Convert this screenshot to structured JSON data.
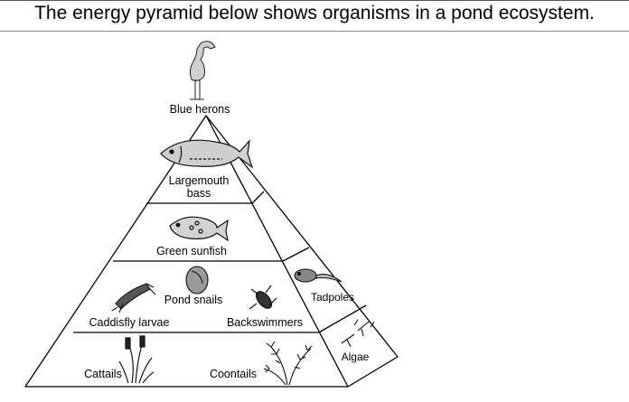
{
  "heading": "The energy pyramid below shows organisms in a pond ecosystem.",
  "pyramid": {
    "apex_label": "Blue herons",
    "levels": [
      {
        "labels": [
          "Largemouth",
          "bass"
        ]
      },
      {
        "labels": [
          "Green sunfish"
        ]
      },
      {
        "labels": [
          "Pond snails",
          "Caddisfly larvae",
          "Backswimmers"
        ],
        "side_label": "Tadpoles"
      },
      {
        "labels": [
          "Cattails",
          "Coontails"
        ],
        "side_label": "Algae"
      }
    ]
  },
  "icons": [
    "heron-icon",
    "bass-fish-icon",
    "sunfish-icon",
    "snail-icon",
    "caddisfly-icon",
    "backswimmer-icon",
    "tadpole-icon",
    "cattail-plant-icon",
    "coontail-plant-icon",
    "algae-icon"
  ]
}
